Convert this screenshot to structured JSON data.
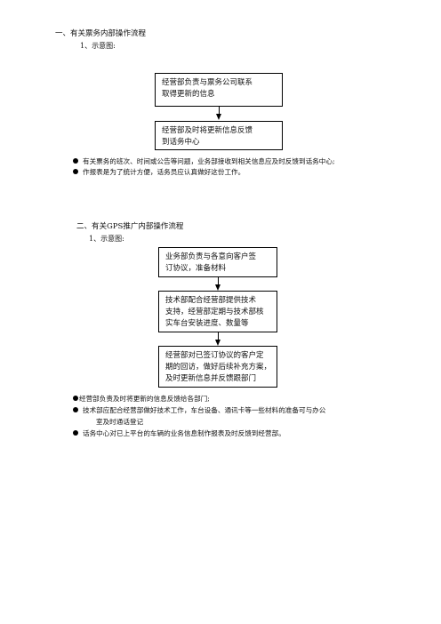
{
  "section1": {
    "heading": "一、有关票务内部操作流程",
    "subheading": "1、示意图:",
    "box1": [
      "经营部负责与票务公司联系",
      "取得更新的信息"
    ],
    "box2": [
      "经营部及时将更新信息反馈",
      "到话务中心"
    ],
    "bullets": [
      "有关票务的班次、时间或公告等问题，业务部接收到相关信息应及时反馈到话务中心;",
      "作报表是为了统计方便，话务员应认真做好这份工作。"
    ]
  },
  "section2": {
    "heading": "二、有关GPS推广内部操作流程",
    "subheading": "1、示意图:",
    "box1": [
      "业务部负责与各意向客户签",
      "订协议，准备材料"
    ],
    "box2": [
      "技术部配合经营部提供技术",
      "支持，经营部定期与技术部核",
      "实车台安装进度、数量等"
    ],
    "box3": [
      "经营部对已签订协议的客户定",
      "期的回访，做好后续补充方案，",
      "及时更新信息并反馈跟部门"
    ],
    "bullets": [
      "经营部负责及时将更新的信息反馈给各部门;",
      "技术部应配合经营部做好技术工作，车台设备、通讯卡等一些材料的准备可与办公",
      "室及时通话登记",
      "话务中心对已上平台的车辆的业务信息制作报表及时反馈到经营部。"
    ]
  }
}
